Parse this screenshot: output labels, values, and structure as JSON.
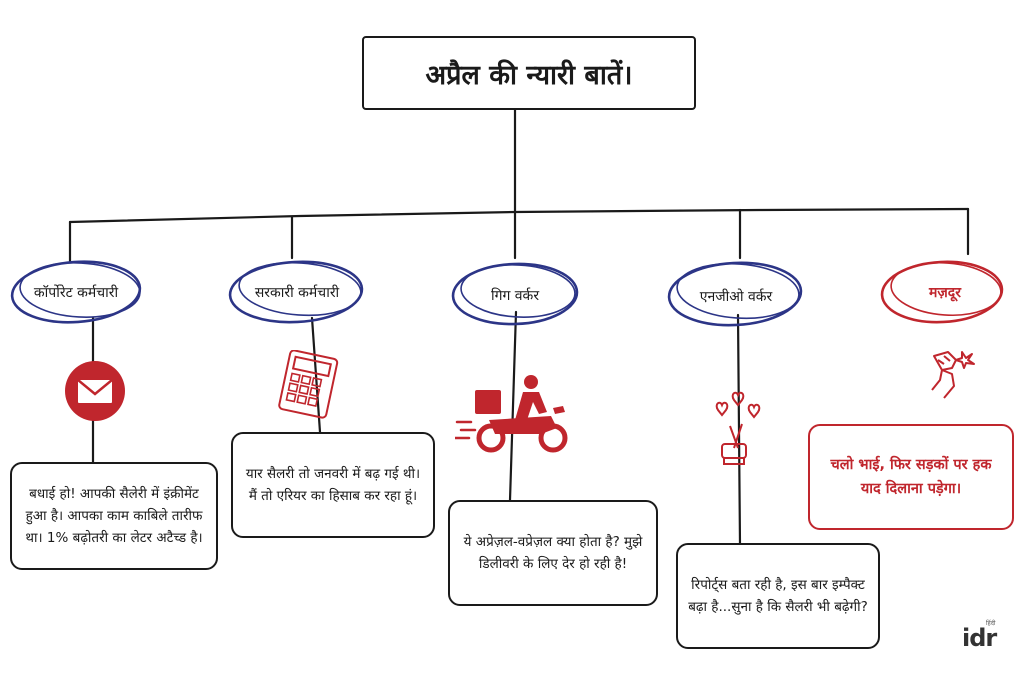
{
  "title": "अप्रैल की न्यारी बातें।",
  "nodes": [
    {
      "label": "कॉर्पोरेट कर्मचारी",
      "bubble": "बधाई हो! आपकी सैलेरी में इंक्रीमेंट हुआ है। आपका काम काबिले तारीफ था। 1% बढ़ोतरी का लेटर अटैच्ड है।",
      "icon": "envelope-icon"
    },
    {
      "label": "सरकारी कर्मचारी",
      "bubble": "यार सैलरी तो जनवरी में बढ़ गई थी। मैं तो एरियर का हिसाब कर रहा हूं।",
      "icon": "calculator-icon"
    },
    {
      "label": "गिग वर्कर",
      "bubble": "ये अप्रेज़ल-वप्रेज़ल क्या होता है? मुझे डिलीवरी के लिए देर हो रही है!",
      "icon": "delivery-scooter-icon"
    },
    {
      "label": "एनजीओ वर्कर",
      "bubble": "रिपोर्ट्स बता रही है, इस बार इम्पैक्ट बढ़ा है...सुना है कि सैलरी भी बढ़ेगी?",
      "icon": "crossed-fingers-hearts-icon"
    },
    {
      "label": "मज़दूर",
      "bubble": "चलो भाई, फिर सड़कों पर हक याद दिलाना पड़ेगा।",
      "icon": "raised-fist-icon"
    }
  ],
  "logo": {
    "text": "idr",
    "sup": "हिंदी"
  },
  "colors": {
    "accent_red": "#c0262d",
    "navy_outline": "#2c3587",
    "ink": "#1a1a1a"
  }
}
